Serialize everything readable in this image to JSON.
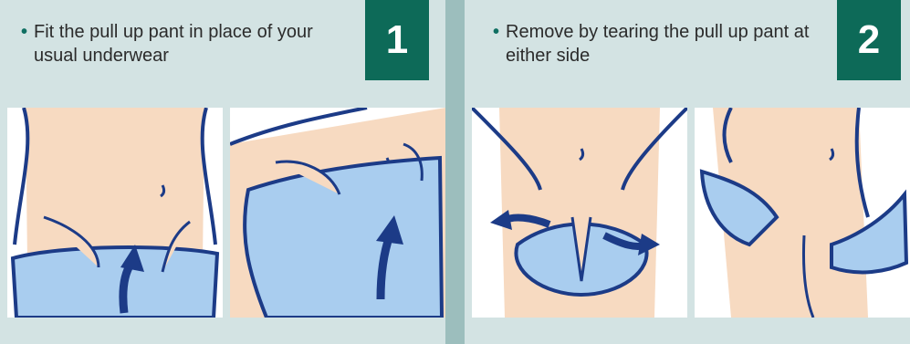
{
  "steps": [
    {
      "number": "1",
      "instruction": "Fit the pull up pant in place of your usual underwear"
    },
    {
      "number": "2",
      "instruction": "Remove by tearing the pull up pant at either side"
    }
  ],
  "colors": {
    "panel_background": "#d3e3e3",
    "divider": "#9cbebd",
    "step_badge": "#0d6a58",
    "bullet": "#0f6f62",
    "skin": "#f7dac1",
    "pant": "#a9cdef",
    "outline": "#1c3b87"
  },
  "icons": [
    "bullet-dot",
    "up-arrow-icon",
    "curved-arrow-icon"
  ]
}
